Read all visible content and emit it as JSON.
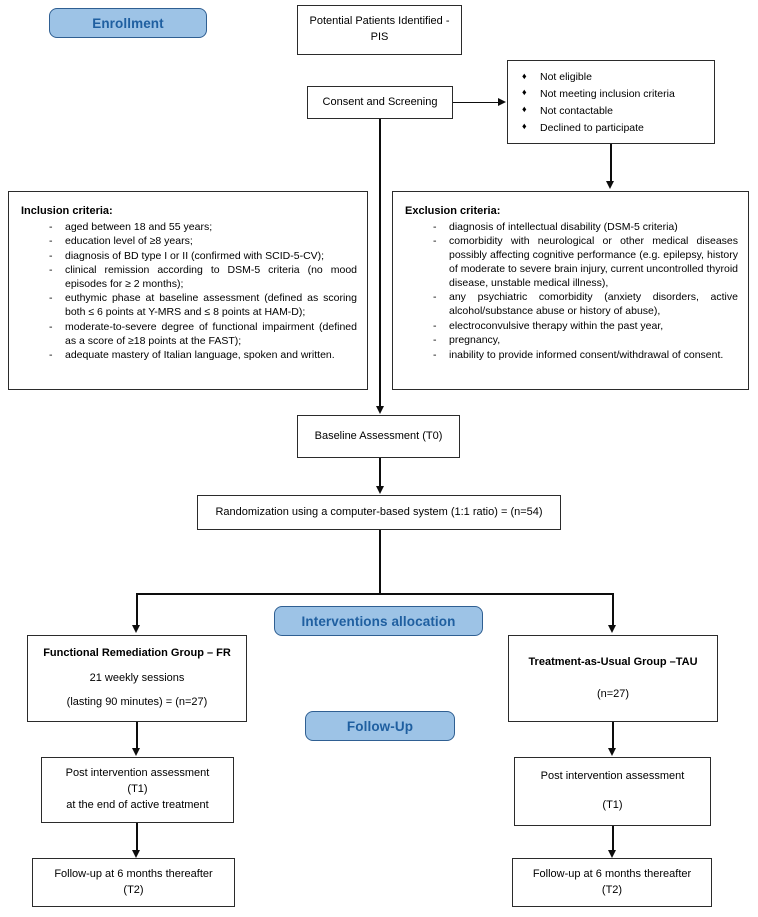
{
  "diagram": {
    "title": "CONSORT-style trial flow diagram",
    "accent_blue_fill": "#9DC3E6",
    "accent_blue_border": "#2F5F92",
    "accent_blue_text": "#1F5FA0",
    "box_border": "#2B2B2B"
  },
  "badges": {
    "enrollment": "Enrollment",
    "interventions_allocation": "Interventions allocation",
    "follow_up": "Follow-Up"
  },
  "nodes": {
    "potential_patients": {
      "line1": "Potential Patients Identified -",
      "line2": "PIS"
    },
    "consent_screening": {
      "line1": "Consent and Screening"
    },
    "baseline": {
      "line1": "Baseline Assessment (T0)"
    },
    "randomization": {
      "line1": "Randomization using a computer-based system (1:1 ratio) = (n=54)"
    },
    "fr_group": {
      "line1": "Functional Remediation Group – FR",
      "line2": "21 weekly sessions",
      "line3": "(lasting 90 minutes) = (n=27)"
    },
    "tau_group": {
      "line1": "Treatment-as-Usual Group –TAU",
      "line2": "(n=27)"
    },
    "fr_post": {
      "line1": "Post intervention assessment",
      "line2": "(T1)",
      "line3": "at the end of active treatment"
    },
    "tau_post": {
      "line1": "Post intervention assessment",
      "line2": "(T1)"
    },
    "fr_followup": {
      "line1": "Follow-up at 6 months thereafter",
      "line2": "(T2)"
    },
    "tau_followup": {
      "line1": "Follow-up at 6 months thereafter",
      "line2": "(T2)"
    }
  },
  "screening_exclusions": {
    "items": [
      "Not eligible",
      "Not meeting inclusion criteria",
      "Not contactable",
      "Declined to participate"
    ]
  },
  "inclusion_criteria": {
    "heading": "Inclusion criteria",
    "heading_suffix": ":",
    "items": [
      "aged between 18 and 55 years;",
      "education level of ≥8 years;",
      "diagnosis of BD type I or II (confirmed with SCID-5-CV);",
      "clinical remission according to DSM-5 criteria (no mood episodes for ≥ 2 months);",
      "euthymic phase at baseline assessment (defined as scoring both ≤ 6 points at Y-MRS and ≤ 8 points at HAM-D);",
      "moderate-to-severe degree of functional impairment (defined as a score of ≥18 points at the FAST);",
      "adequate mastery of Italian language, spoken and written."
    ]
  },
  "exclusion_criteria": {
    "heading": "Exclusion criteria",
    "heading_suffix": ":",
    "items": [
      "diagnosis of intellectual disability (DSM-5 criteria)",
      "comorbidity with neurological or other medical diseases possibly affecting cognitive performance (e.g. epilepsy, history of moderate to severe brain injury, current uncontrolled thyroid disease, unstable medical illness),",
      "any psychiatric comorbidity (anxiety disorders, active alcohol/substance abuse or history of abuse),",
      "electroconvulsive therapy within the past year,",
      "pregnancy,",
      "inability to provide informed consent/withdrawal of consent."
    ]
  }
}
